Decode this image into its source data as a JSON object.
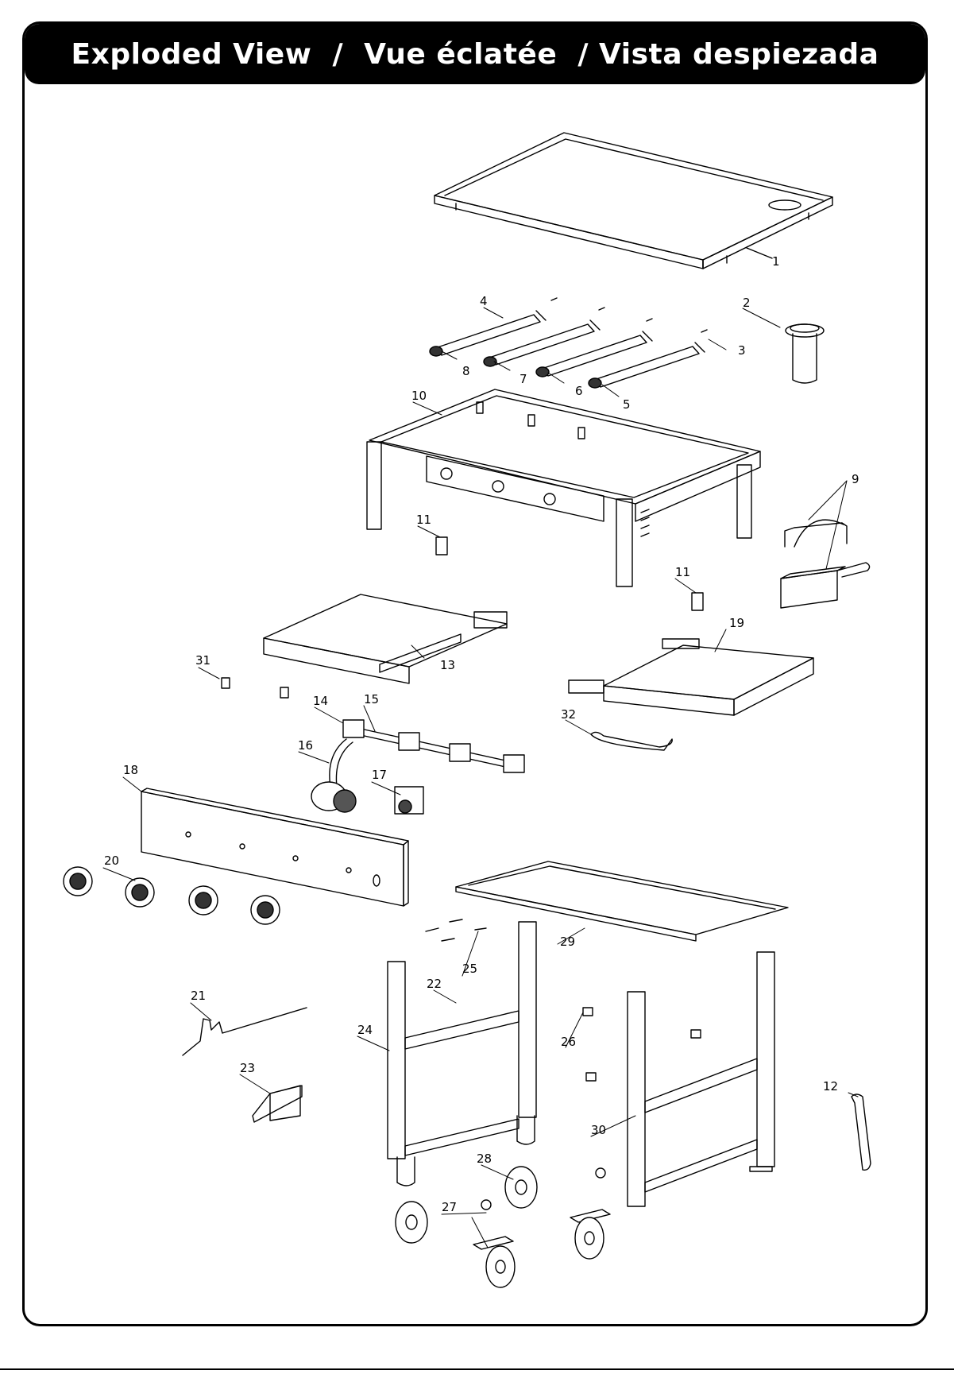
{
  "header": {
    "title": "Exploded View  /  Vue éclatée  / Vista despiezada"
  },
  "parts": [
    {
      "id": "1",
      "label": "1"
    },
    {
      "id": "2",
      "label": "2"
    },
    {
      "id": "3",
      "label": "3"
    },
    {
      "id": "4",
      "label": "4"
    },
    {
      "id": "5",
      "label": "5"
    },
    {
      "id": "6",
      "label": "6"
    },
    {
      "id": "7",
      "label": "7"
    },
    {
      "id": "8",
      "label": "8"
    },
    {
      "id": "9",
      "label": "9"
    },
    {
      "id": "10",
      "label": "10"
    },
    {
      "id": "11a",
      "label": "11"
    },
    {
      "id": "11b",
      "label": "11"
    },
    {
      "id": "12",
      "label": "12"
    },
    {
      "id": "13",
      "label": "13"
    },
    {
      "id": "14",
      "label": "14"
    },
    {
      "id": "15",
      "label": "15"
    },
    {
      "id": "16",
      "label": "16"
    },
    {
      "id": "17",
      "label": "17"
    },
    {
      "id": "18",
      "label": "18"
    },
    {
      "id": "19",
      "label": "19"
    },
    {
      "id": "20",
      "label": "20"
    },
    {
      "id": "21",
      "label": "21"
    },
    {
      "id": "22",
      "label": "22"
    },
    {
      "id": "23",
      "label": "23"
    },
    {
      "id": "24",
      "label": "24"
    },
    {
      "id": "25",
      "label": "25"
    },
    {
      "id": "26",
      "label": "26"
    },
    {
      "id": "27",
      "label": "27"
    },
    {
      "id": "28",
      "label": "28"
    },
    {
      "id": "29",
      "label": "29"
    },
    {
      "id": "30",
      "label": "30"
    },
    {
      "id": "31",
      "label": "31"
    },
    {
      "id": "32",
      "label": "32"
    }
  ]
}
